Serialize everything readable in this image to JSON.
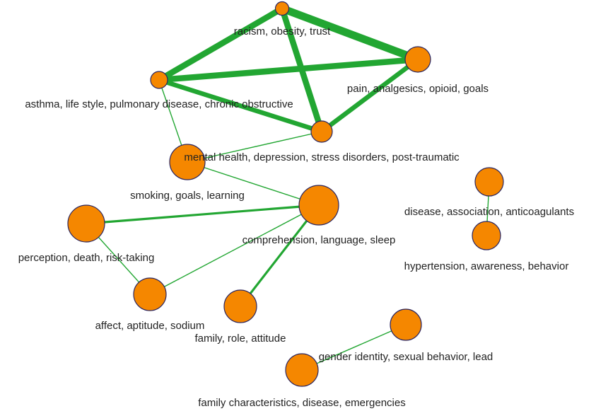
{
  "colors": {
    "node_fill": "#f58700",
    "node_stroke": "#2a2560",
    "edge": "#22a632",
    "label": "#222222",
    "background": "#ffffff"
  },
  "nodes": [
    {
      "id": "racism",
      "label": "racism, obesity, trust"
    },
    {
      "id": "pain",
      "label": "pain, analgesics, opioid, goals"
    },
    {
      "id": "asthma",
      "label": "asthma, life style, pulmonary disease, chronic obstructive"
    },
    {
      "id": "mental",
      "label": "mental health, depression, stress disorders, post-traumatic"
    },
    {
      "id": "smoking",
      "label": "smoking, goals, learning"
    },
    {
      "id": "comprehension",
      "label": "comprehension, language, sleep"
    },
    {
      "id": "perception",
      "label": "perception, death, risk-taking"
    },
    {
      "id": "affect",
      "label": "affect, aptitude, sodium"
    },
    {
      "id": "family_role",
      "label": "family, role, attitude"
    },
    {
      "id": "disease_assoc",
      "label": "disease, association, anticoagulants"
    },
    {
      "id": "hypertension",
      "label": "hypertension, awareness, behavior"
    },
    {
      "id": "gender",
      "label": "gender identity, sexual behavior, lead"
    },
    {
      "id": "family_char",
      "label": "family characteristics, disease, emergencies"
    }
  ],
  "edges": [
    {
      "source": "racism",
      "target": "pain",
      "weight": 5
    },
    {
      "source": "racism",
      "target": "asthma",
      "weight": 4
    },
    {
      "source": "racism",
      "target": "mental",
      "weight": 4
    },
    {
      "source": "asthma",
      "target": "pain",
      "weight": 4
    },
    {
      "source": "asthma",
      "target": "mental",
      "weight": 3
    },
    {
      "source": "pain",
      "target": "mental",
      "weight": 3
    },
    {
      "source": "asthma",
      "target": "smoking",
      "weight": 1
    },
    {
      "source": "mental",
      "target": "smoking",
      "weight": 1
    },
    {
      "source": "smoking",
      "target": "comprehension",
      "weight": 1
    },
    {
      "source": "comprehension",
      "target": "perception",
      "weight": 2
    },
    {
      "source": "comprehension",
      "target": "affect",
      "weight": 1
    },
    {
      "source": "comprehension",
      "target": "family_role",
      "weight": 2
    },
    {
      "source": "perception",
      "target": "affect",
      "weight": 1
    },
    {
      "source": "disease_assoc",
      "target": "hypertension",
      "weight": 1
    },
    {
      "source": "gender",
      "target": "family_char",
      "weight": 1
    }
  ]
}
